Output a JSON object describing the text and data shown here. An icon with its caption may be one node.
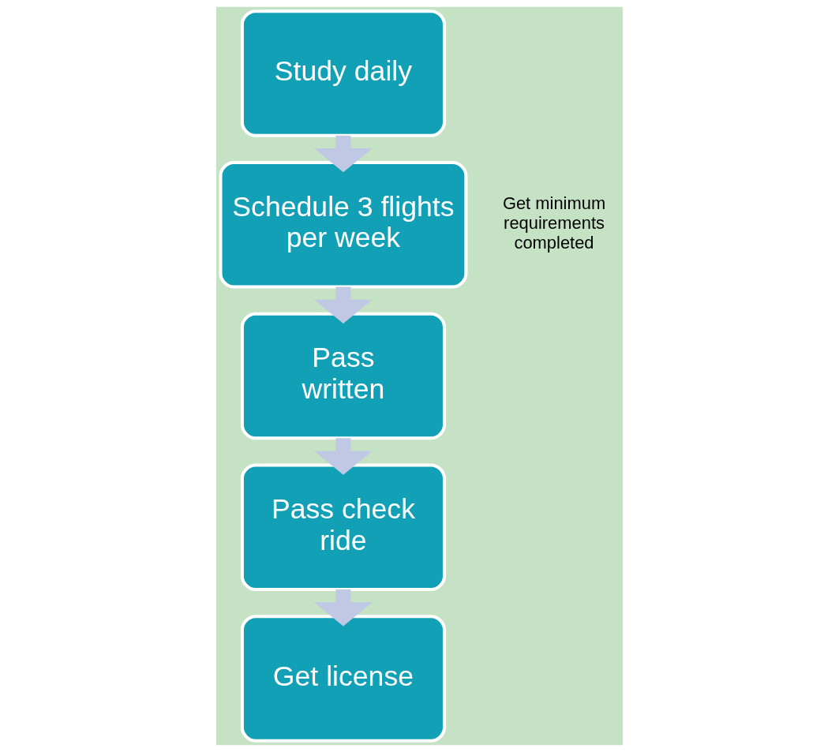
{
  "diagram": {
    "nodes": [
      {
        "text": [
          "Study daily"
        ]
      },
      {
        "text": [
          "Schedule 3 flights per week"
        ],
        "beside": [
          "Get minimum requirements completed"
        ]
      },
      {
        "text": [
          "Pass written"
        ]
      },
      {
        "text": [
          "Pass check ride"
        ]
      },
      {
        "text": [
          "Get license"
        ]
      }
    ],
    "edges": [
      {
        "from": 0,
        "to": 1,
        "arrow": "to"
      },
      {
        "from": 1,
        "to": 2,
        "arrow": "to"
      },
      {
        "from": 2,
        "to": 3,
        "arrow": "to"
      },
      {
        "from": 3,
        "to": 4,
        "arrow": "to"
      }
    ]
  }
}
